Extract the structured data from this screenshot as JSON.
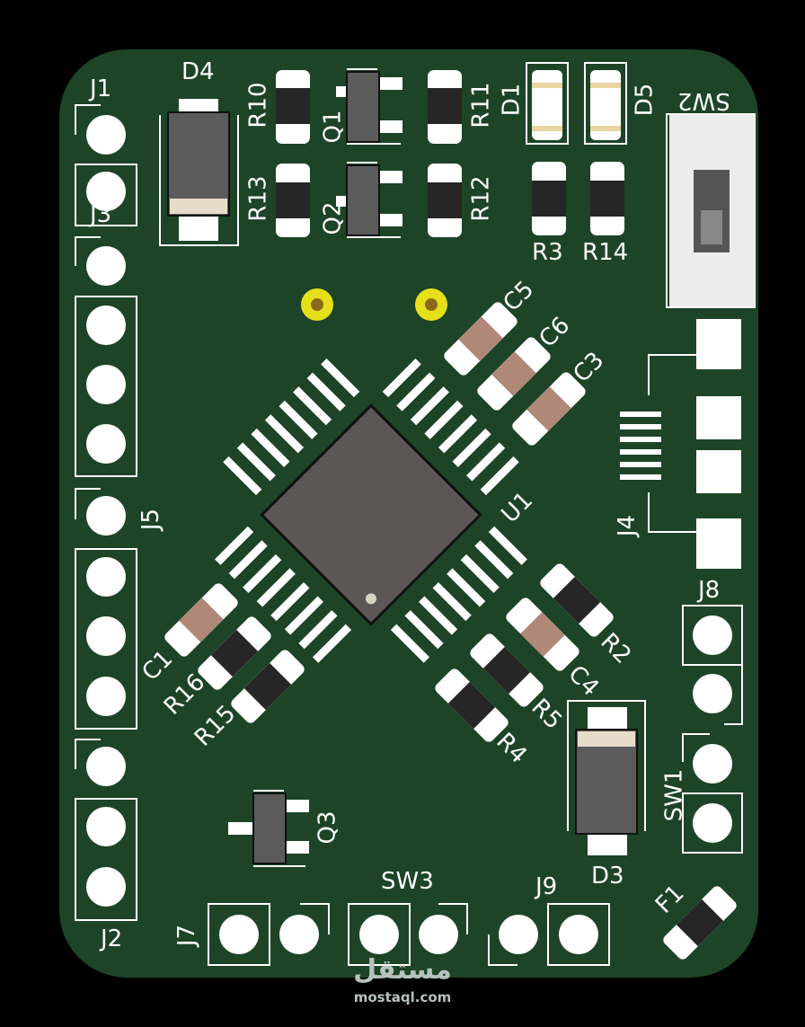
{
  "colors": {
    "background": "#000000",
    "board": "#1d4427",
    "silkscreen": "#ffffff",
    "pad": "#ffffff",
    "ic_body": "#5d5656",
    "smd_body": "#2a2a2a",
    "cap_body": "#b08878",
    "via_ring": "#e6e01a",
    "via_center": "#8a6a1a"
  },
  "labels": {
    "j1": "J1",
    "j3": "J3",
    "j5": "J5",
    "j2": "J2",
    "j7": "J7",
    "j8": "J8",
    "j9": "J9",
    "j4": "J4",
    "d4": "D4",
    "d1": "D1",
    "d5": "D5",
    "d3": "D3",
    "r10": "R10",
    "r11": "R11",
    "r13": "R13",
    "r12": "R12",
    "r3": "R3",
    "r14": "R14",
    "r2": "R2",
    "r4": "R4",
    "r5": "R5",
    "r15": "R15",
    "r16": "R16",
    "q1": "Q1",
    "q2": "Q2",
    "q3": "Q3",
    "c1": "C1",
    "c3": "C3",
    "c4": "C4",
    "c5": "C5",
    "c6": "C6",
    "u1": "U1",
    "sw1": "SW1",
    "sw2": "SW2",
    "sw3": "SW3",
    "f1": "F1"
  },
  "watermark": {
    "brand": "مستقل",
    "domain": "mostaql.com"
  }
}
